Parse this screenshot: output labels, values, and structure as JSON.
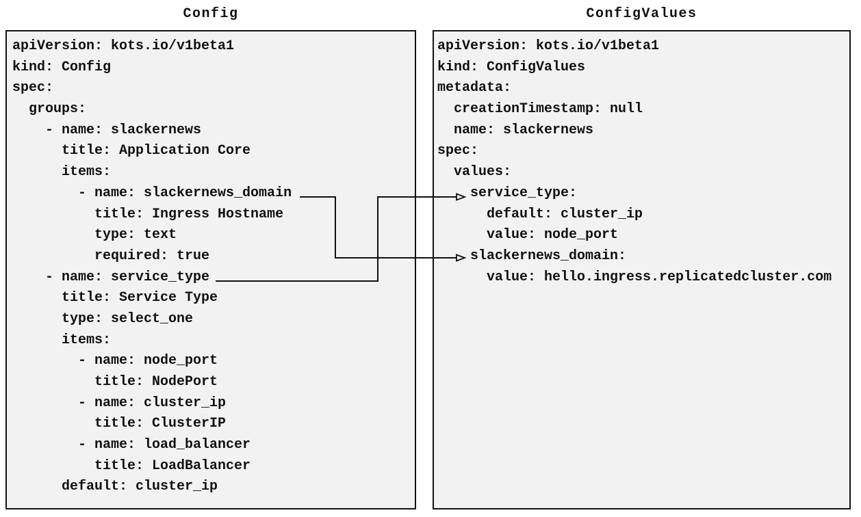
{
  "diagram": {
    "colors": {
      "page_background": "#ffffff",
      "panel_background": "#f2f2f2",
      "panel_border": "#111111",
      "text": "#111111",
      "connector": "#111111"
    },
    "left_panel": {
      "title": "Config",
      "lines": [
        "apiVersion: kots.io/v1beta1",
        "kind: Config",
        "spec:",
        "  groups:",
        "    - name: slackernews",
        "      title: Application Core",
        "      items:",
        "        - name: slackernews_domain",
        "          title: Ingress Hostname",
        "          type: text",
        "          required: true",
        "    - name: service_type",
        "      title: Service Type",
        "      type: select_one",
        "      items:",
        "        - name: node_port",
        "          title: NodePort",
        "        - name: cluster_ip",
        "          title: ClusterIP",
        "        - name: load_balancer",
        "          title: LoadBalancer",
        "      default: cluster_ip"
      ]
    },
    "right_panel": {
      "title": "ConfigValues",
      "lines": [
        "apiVersion: kots.io/v1beta1",
        "kind: ConfigValues",
        "metadata:",
        "  creationTimestamp: null",
        "  name: slackernews",
        "spec:",
        "  values:",
        "    service_type:",
        "      default: cluster_ip",
        "      value: node_port",
        "    slackernews_domain:",
        "      value: hello.ingress.replicatedcluster.com"
      ]
    },
    "connections": [
      {
        "from_text": "name: slackernews_domain",
        "to_text": "slackernews_domain:"
      },
      {
        "from_text": "name: service_type",
        "to_text": "service_type:"
      }
    ]
  }
}
